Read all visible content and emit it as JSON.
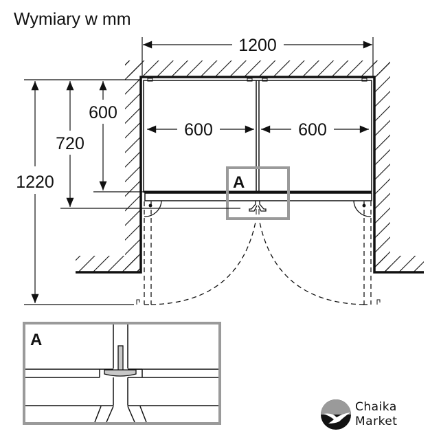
{
  "title": "Wymiary w mm",
  "dimensions": {
    "overall_width": "1200",
    "left_compartment_width": "600",
    "right_compartment_width": "600",
    "depth_body": "600",
    "depth_with_door": "720",
    "depth_door_open": "1220"
  },
  "labels": {
    "detail_marker": "A",
    "detail_panel": "A"
  },
  "colors": {
    "line": "#111111",
    "detail_frame": "#9a9a9a",
    "hinge_fill": "#c8c8c8"
  },
  "logo": {
    "line1": "Chaika",
    "line2": "Market",
    "icon": "seagull-icon"
  }
}
